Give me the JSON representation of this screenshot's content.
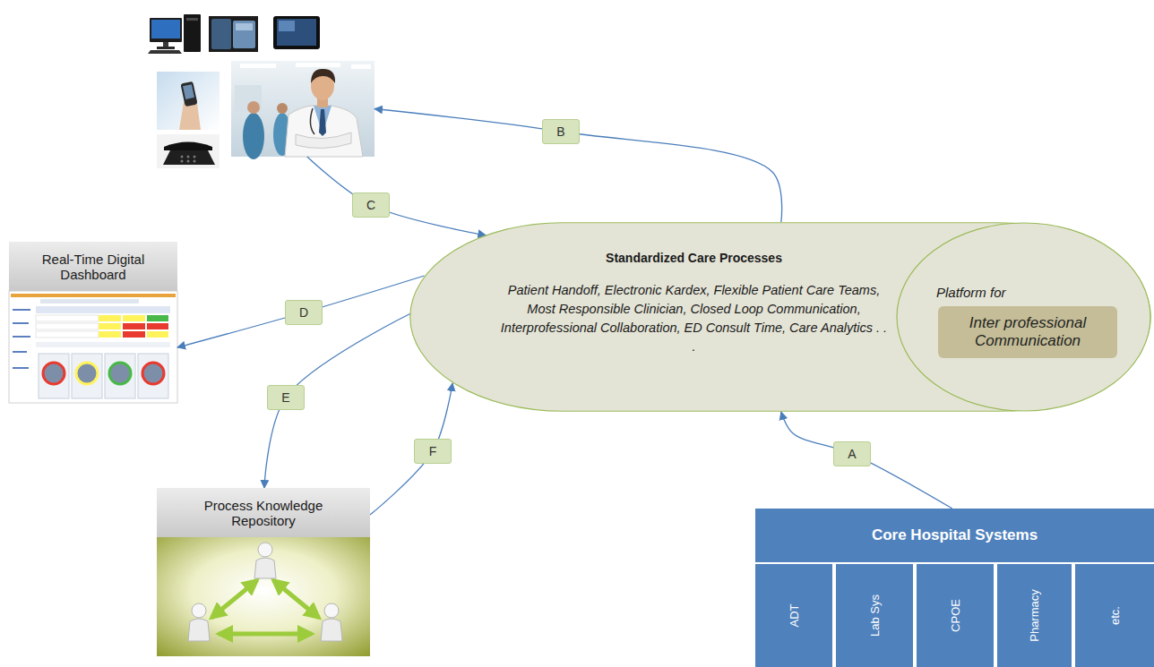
{
  "diagram": {
    "nodes": [
      {
        "text": []
      },
      {
        "text": [
          "Standardized Care Processes",
          "Patient Handoff, Electronic Kardex, Flexible Patient Care Teams, Most Responsible Clinician, Closed Loop Communication, Interprofessional Collaboration, ED Consult Time, Care Analytics . . ."
        ]
      },
      {
        "text": [
          "Platform for"
        ],
        "in": 1
      },
      {
        "text": [
          "Inter professional Communication"
        ],
        "in": 2
      },
      {
        "text": [
          "Real-Time Digital Dashboard"
        ]
      },
      {
        "text": [
          "Process Knowledge Repository"
        ]
      },
      {
        "text": [
          "Core Hospital Systems"
        ]
      },
      {
        "text": [
          "ADT"
        ],
        "in": 6
      },
      {
        "text": [
          "Lab Sys"
        ],
        "in": 6
      },
      {
        "text": [
          "CPOE"
        ],
        "in": 6
      },
      {
        "text": [
          "Pharmacy"
        ],
        "in": 6
      },
      {
        "text": [
          "etc."
        ],
        "in": 6
      }
    ],
    "edges": [
      {
        "from": 6,
        "to": 1,
        "label": "A",
        "arrow": "to"
      },
      {
        "from": 1,
        "to": 0,
        "label": "B",
        "arrow": "to"
      },
      {
        "from": 0,
        "to": 1,
        "label": "C",
        "arrow": "to"
      },
      {
        "from": 1,
        "to": 4,
        "label": "D",
        "arrow": "to"
      },
      {
        "from": 1,
        "to": 5,
        "label": "E",
        "arrow": "to"
      },
      {
        "from": 5,
        "to": 1,
        "label": "F",
        "arrow": "to"
      }
    ]
  }
}
